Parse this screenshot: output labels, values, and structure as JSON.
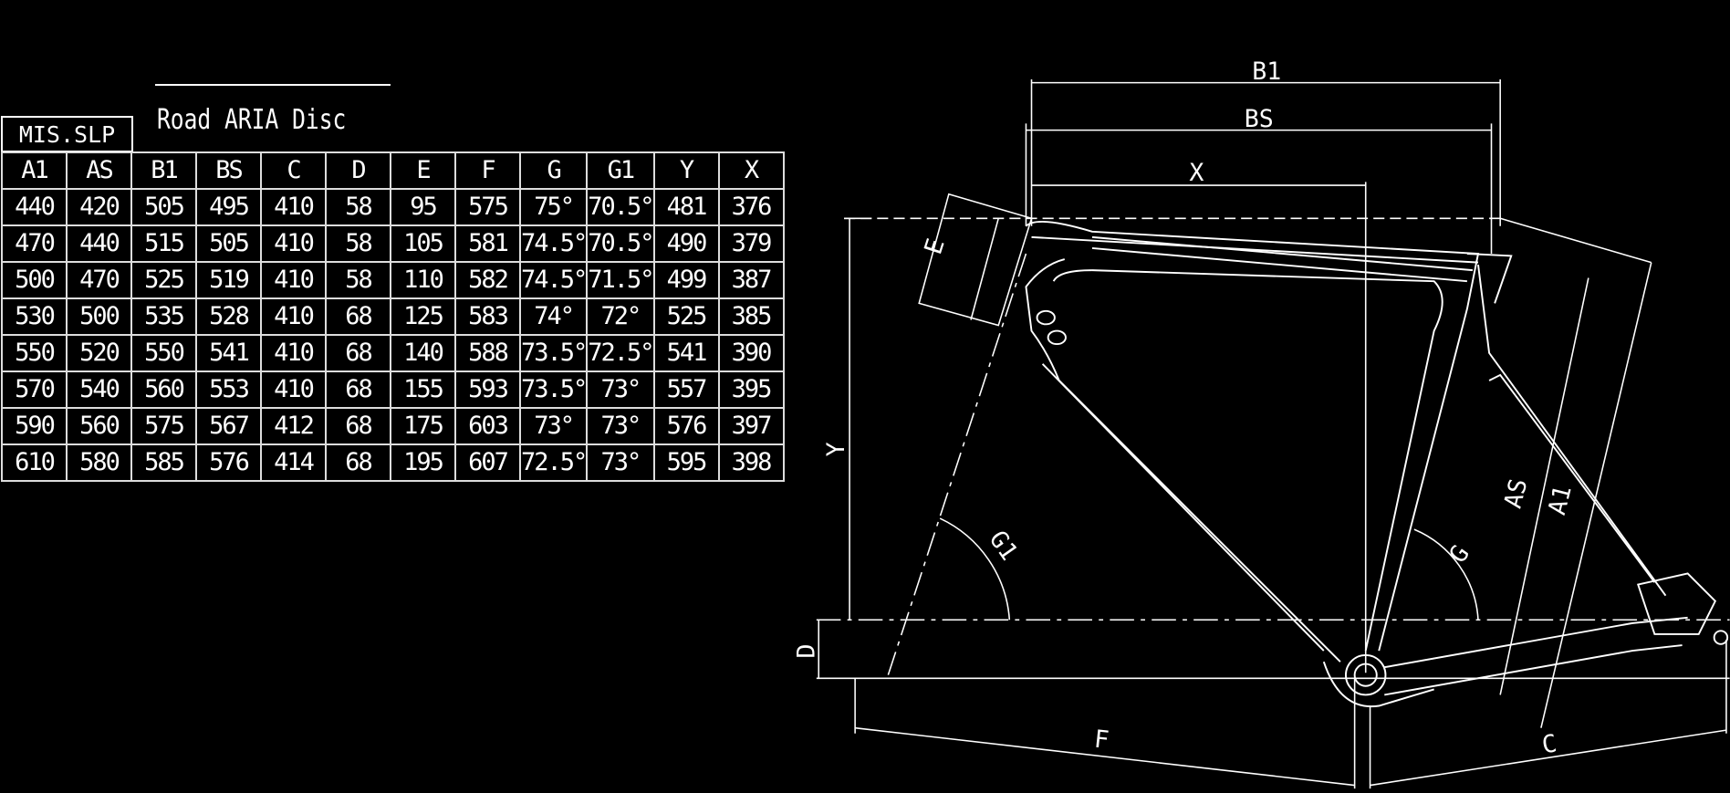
{
  "title": "Road ARIA Disc",
  "size_label": "MIS.SLP",
  "columns": [
    "A1",
    "AS",
    "B1",
    "BS",
    "C",
    "D",
    "E",
    "F",
    "G",
    "G1",
    "Y",
    "X"
  ],
  "rows": [
    [
      "440",
      "420",
      "505",
      "495",
      "410",
      "58",
      "95",
      "575",
      "75°",
      "70.5°",
      "481",
      "376"
    ],
    [
      "470",
      "440",
      "515",
      "505",
      "410",
      "58",
      "105",
      "581",
      "74.5°",
      "70.5°",
      "490",
      "379"
    ],
    [
      "500",
      "470",
      "525",
      "519",
      "410",
      "58",
      "110",
      "582",
      "74.5°",
      "71.5°",
      "499",
      "387"
    ],
    [
      "530",
      "500",
      "535",
      "528",
      "410",
      "68",
      "125",
      "583",
      "74°",
      "72°",
      "525",
      "385"
    ],
    [
      "550",
      "520",
      "550",
      "541",
      "410",
      "68",
      "140",
      "588",
      "73.5°",
      "72.5°",
      "541",
      "390"
    ],
    [
      "570",
      "540",
      "560",
      "553",
      "410",
      "68",
      "155",
      "593",
      "73.5°",
      "73°",
      "557",
      "395"
    ],
    [
      "590",
      "560",
      "575",
      "567",
      "412",
      "68",
      "175",
      "603",
      "73°",
      "73°",
      "576",
      "397"
    ],
    [
      "610",
      "580",
      "585",
      "576",
      "414",
      "68",
      "195",
      "607",
      "72.5°",
      "73°",
      "595",
      "398"
    ]
  ],
  "diagram_labels": {
    "B1": "B1",
    "BS": "BS",
    "X": "X",
    "E": "E",
    "Y": "Y",
    "D": "D",
    "F": "F",
    "C": "C",
    "G": "G",
    "G1": "G1",
    "AS": "AS",
    "A1": "A1"
  }
}
